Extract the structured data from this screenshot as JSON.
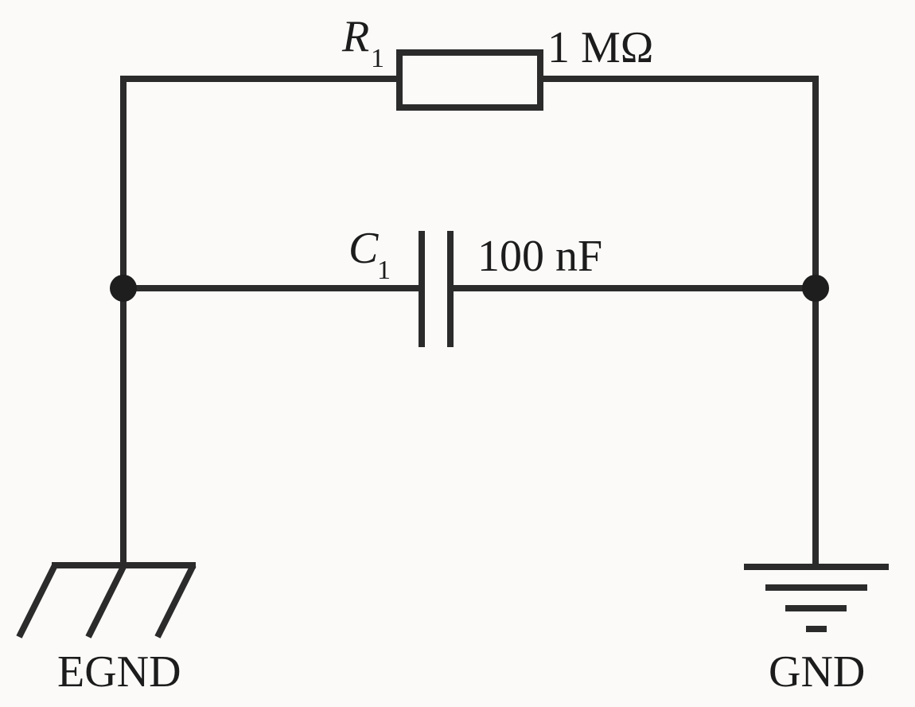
{
  "diagram": {
    "resistor": {
      "symbol": "R",
      "subscript": "1",
      "value": "1 MΩ"
    },
    "capacitor": {
      "symbol": "C",
      "subscript": "1",
      "value": "100 nF"
    },
    "ground_left": {
      "label": "EGND"
    },
    "ground_right": {
      "label": "GND"
    }
  },
  "colors": {
    "wire": "#2b2b2b",
    "background": "#fbfaf8"
  }
}
